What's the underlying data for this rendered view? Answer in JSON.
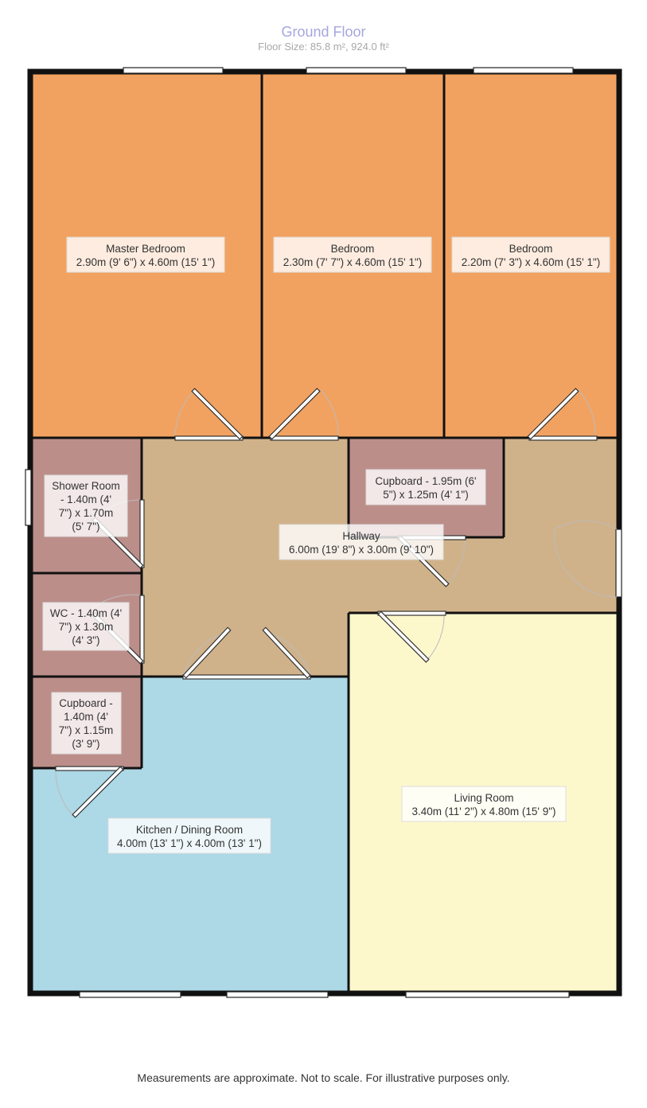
{
  "header": {
    "title": "Ground Floor",
    "floor_size": "Floor Size: 85.8 m², 924.0 ft²"
  },
  "footer": {
    "disclaimer": "Measurements are approximate. Not to scale. For illustrative purposes only."
  },
  "colors": {
    "bedroom": "#f2a260",
    "hallway": "#d0b28a",
    "utility": "#bc8e8a",
    "kitchen": "#add8e6",
    "living": "#fdf8cc",
    "wall": "#111111",
    "title": "#a6a6e0"
  },
  "rooms": {
    "master_bedroom": {
      "lines": [
        "Master Bedroom",
        "2.90m (9' 6\") x 4.60m (15' 1\")"
      ]
    },
    "bedroom_2": {
      "lines": [
        "Bedroom",
        "2.30m (7' 7\") x 4.60m (15' 1\")"
      ]
    },
    "bedroom_3": {
      "lines": [
        "Bedroom",
        "2.20m (7' 3\") x 4.60m (15' 1\")"
      ]
    },
    "shower_room": {
      "lines": [
        "Shower Room",
        "- 1.40m (4'",
        "7\") x 1.70m",
        "(5' 7\")"
      ]
    },
    "cupboard_hall": {
      "lines": [
        "Cupboard - 1.95m (6'",
        "5\") x 1.25m (4' 1\")"
      ]
    },
    "hallway": {
      "lines": [
        "Hallway",
        "6.00m (19' 8\") x 3.00m (9' 10\")"
      ]
    },
    "wc": {
      "lines": [
        "WC - 1.40m (4'",
        "7\") x 1.30m",
        "(4' 3\")"
      ]
    },
    "cupboard_kitchen": {
      "lines": [
        "Cupboard -",
        "1.40m (4'",
        "7\") x 1.15m",
        "(3' 9\")"
      ]
    },
    "kitchen_dining": {
      "lines": [
        "Kitchen / Dining Room",
        "4.00m (13' 1\") x 4.00m (13' 1\")"
      ]
    },
    "living_room": {
      "lines": [
        "Living Room",
        "3.40m (11' 2\") x 4.80m (15' 9\")"
      ]
    }
  }
}
